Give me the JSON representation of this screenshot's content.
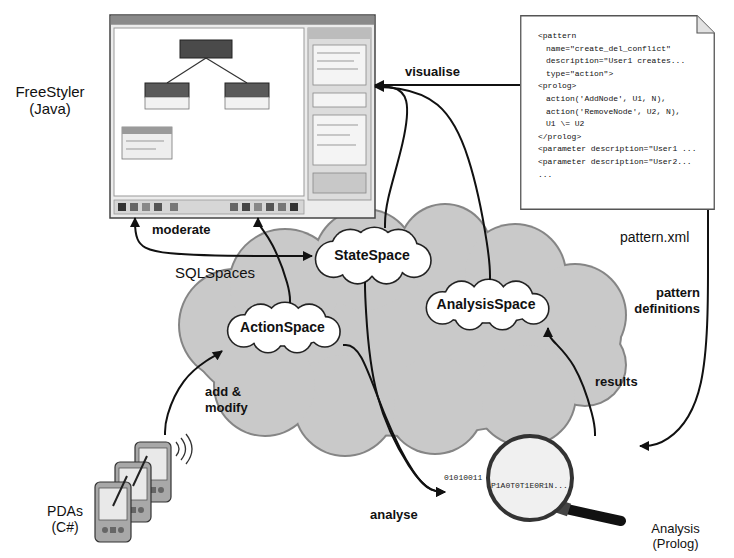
{
  "diagram": {
    "nodes": [
      {
        "text": [
          "FreeStyler (Java)"
        ]
      },
      {
        "text": [
          "<pattern",
          "name=\"create_del_conflict\"",
          "description=\"User1 creates...",
          "type=\"action\">",
          "<prolog>",
          "action('AddNode', U1, N),",
          "action('RemoveNode', U2, N),",
          "U1 \\= U2",
          "</prolog>",
          "<parameter description=\"User1 ...",
          "<parameter description=\"User2...",
          "...",
          "pattern.xml"
        ]
      },
      {
        "text": [
          "SQLSpaces"
        ]
      },
      {
        "text": [
          "StateSpace"
        ],
        "in": 2
      },
      {
        "text": [
          "AnalysisSpace"
        ],
        "in": 2
      },
      {
        "text": [
          "ActionSpace"
        ],
        "in": 2
      },
      {
        "text": [
          "PDAs (C#)"
        ]
      },
      {
        "text": [
          "Analysis (Prolog)"
        ]
      }
    ],
    "edges": [
      {
        "from": 1,
        "to": 0,
        "arrow": "to",
        "label": "visualise"
      },
      {
        "from": 3,
        "to": 0,
        "arrow": "to"
      },
      {
        "from": 4,
        "to": 0,
        "arrow": "to"
      },
      {
        "from": 0,
        "to": 3,
        "arrow": "both",
        "label": "moderate"
      },
      {
        "from": 5,
        "to": 0,
        "arrow": "to"
      },
      {
        "from": 6,
        "to": 5,
        "arrow": "to",
        "label": "add & modify"
      },
      {
        "from": 5,
        "to": 7,
        "arrow": "to",
        "label": "analyse"
      },
      {
        "from": 3,
        "to": 7,
        "arrow": "to"
      },
      {
        "from": 7,
        "to": 4,
        "arrow": "to",
        "label": "results"
      },
      {
        "from": 1,
        "to": 7,
        "arrow": "to",
        "label": "pattern definitions"
      }
    ],
    "labels": [
      "01010011",
      "P1A0T0T1E0R1N..."
    ]
  }
}
